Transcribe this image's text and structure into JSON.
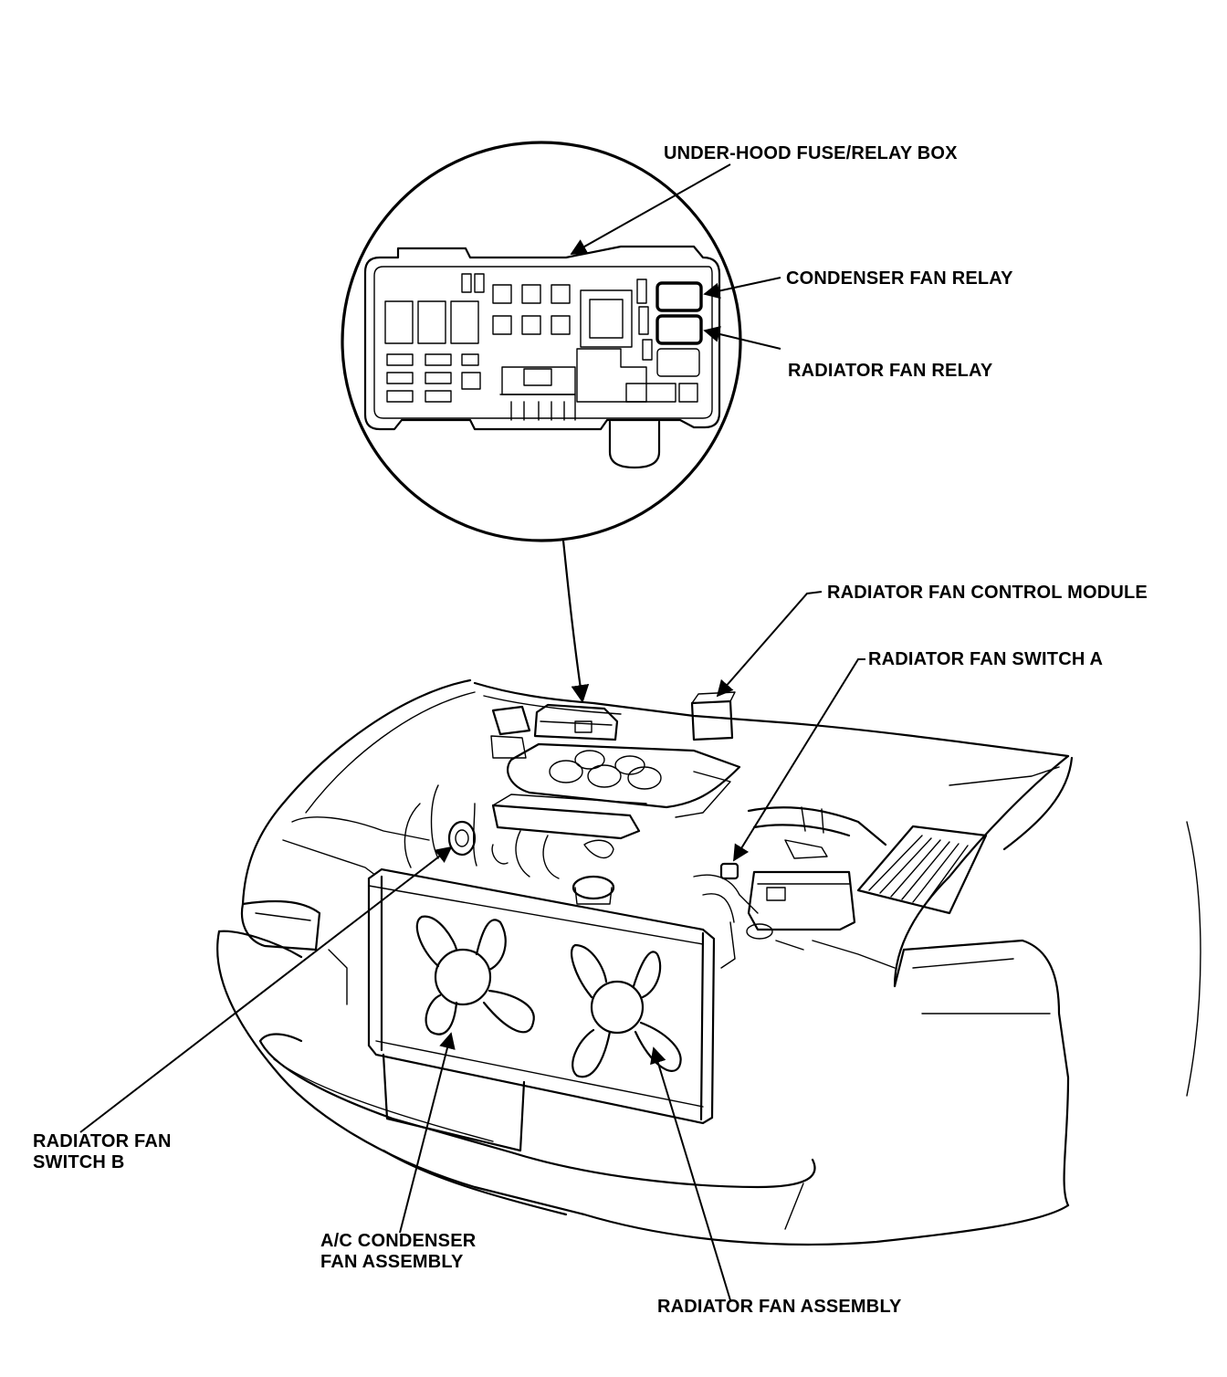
{
  "labels": {
    "under_hood_fuse_relay_box": "UNDER-HOOD FUSE/RELAY BOX",
    "condenser_fan_relay": "CONDENSER FAN RELAY",
    "radiator_fan_relay": "RADIATOR FAN RELAY",
    "radiator_fan_control_module": "RADIATOR FAN CONTROL MODULE",
    "radiator_fan_switch_a": "RADIATOR FAN SWITCH A",
    "radiator_fan_switch_b_line1": "RADIATOR FAN",
    "radiator_fan_switch_b_line2": "SWITCH B",
    "ac_condenser_fan_assembly_line1": "A/C CONDENSER",
    "ac_condenser_fan_assembly_line2": "FAN ASSEMBLY",
    "radiator_fan_assembly": "RADIATOR FAN ASSEMBLY"
  }
}
